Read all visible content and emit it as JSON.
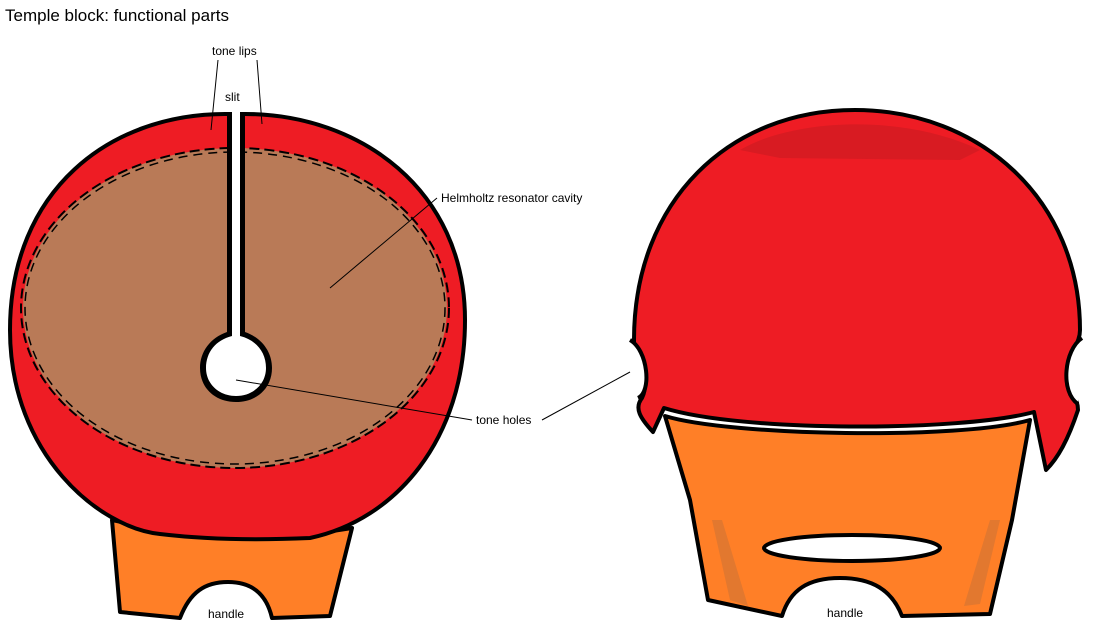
{
  "title": "Temple block: functional parts",
  "labels": {
    "tone_lips": "tone lips",
    "slit": "slit",
    "cavity": "Helmholtz resonator cavity",
    "tone_holes": "tone holes",
    "handle_left": "handle",
    "handle_right": "handle"
  },
  "colors": {
    "body": "#ee1c24",
    "body_dark": "#d81b22",
    "cavity": "#b97a57",
    "handle": "#ff7f27",
    "handle_dark": "#e2782f",
    "outline": "#000000"
  }
}
